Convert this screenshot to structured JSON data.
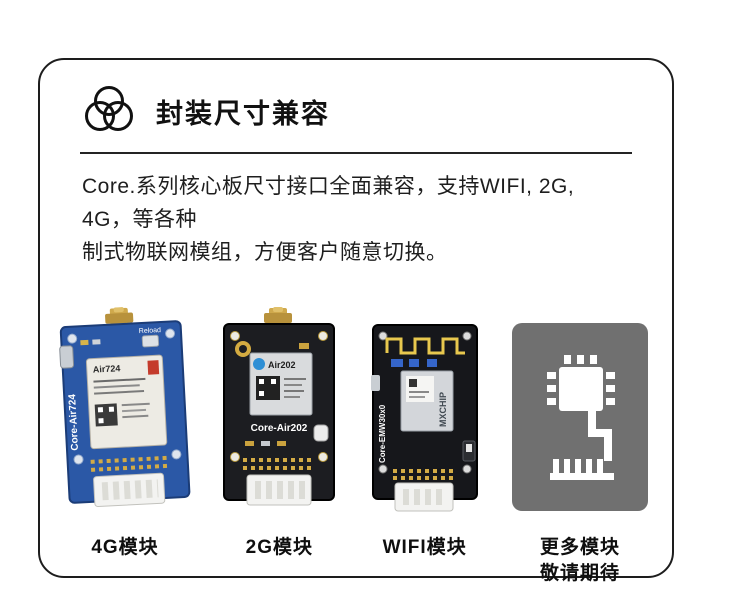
{
  "card": {
    "title": "封装尺寸兼容",
    "description_line1": "Core.系列核心板尺寸接口全面兼容，支持WIFI, 2G, 4G，等各种",
    "description_line2": "制式物联网模组，方便客户随意切换。",
    "modules": [
      {
        "label": "4G模块",
        "board_name": "Core-Air724",
        "chip_label": "Air724",
        "reload_label": "Reload"
      },
      {
        "label": "2G模块",
        "board_name": "Core-Air202",
        "chip_label": "Air202"
      },
      {
        "label": "WIFI模块",
        "board_name": "Core-EMW30x0",
        "chip_label": "MXCHIP"
      },
      {
        "label": "更多模块",
        "label_line2": "敬请期待"
      }
    ],
    "colors": {
      "card_border": "#1d1d1d",
      "pcb_blue": "#2b58a6",
      "pcb_black": "#1c1d21",
      "gold": "#d0a83c",
      "placeholder_gray": "#707070"
    }
  }
}
